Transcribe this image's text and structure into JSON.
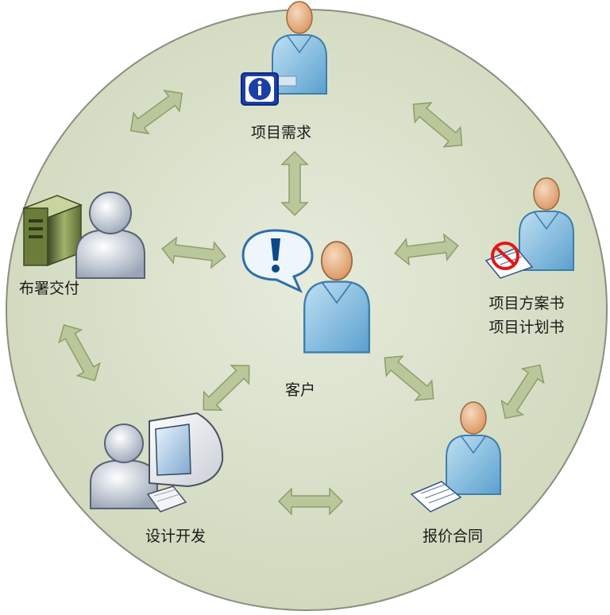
{
  "center": {
    "label": "客户"
  },
  "nodes": {
    "requirements": {
      "label": "项目需求"
    },
    "proposal": {
      "label_line1": "项目方案书",
      "label_line2": "项目计划书"
    },
    "quote": {
      "label": "报价合同"
    },
    "development": {
      "label": "设计开发"
    },
    "deployment": {
      "label": "布署交付"
    }
  },
  "colors": {
    "circle_fill": "#d8dfc8",
    "circle_stroke": "#8a8f7e",
    "arrow_fill": "#b9c79a",
    "arrow_stroke": "#8d9e6b",
    "person_body": "#7fb8dc",
    "person_head": "#eab58a"
  }
}
